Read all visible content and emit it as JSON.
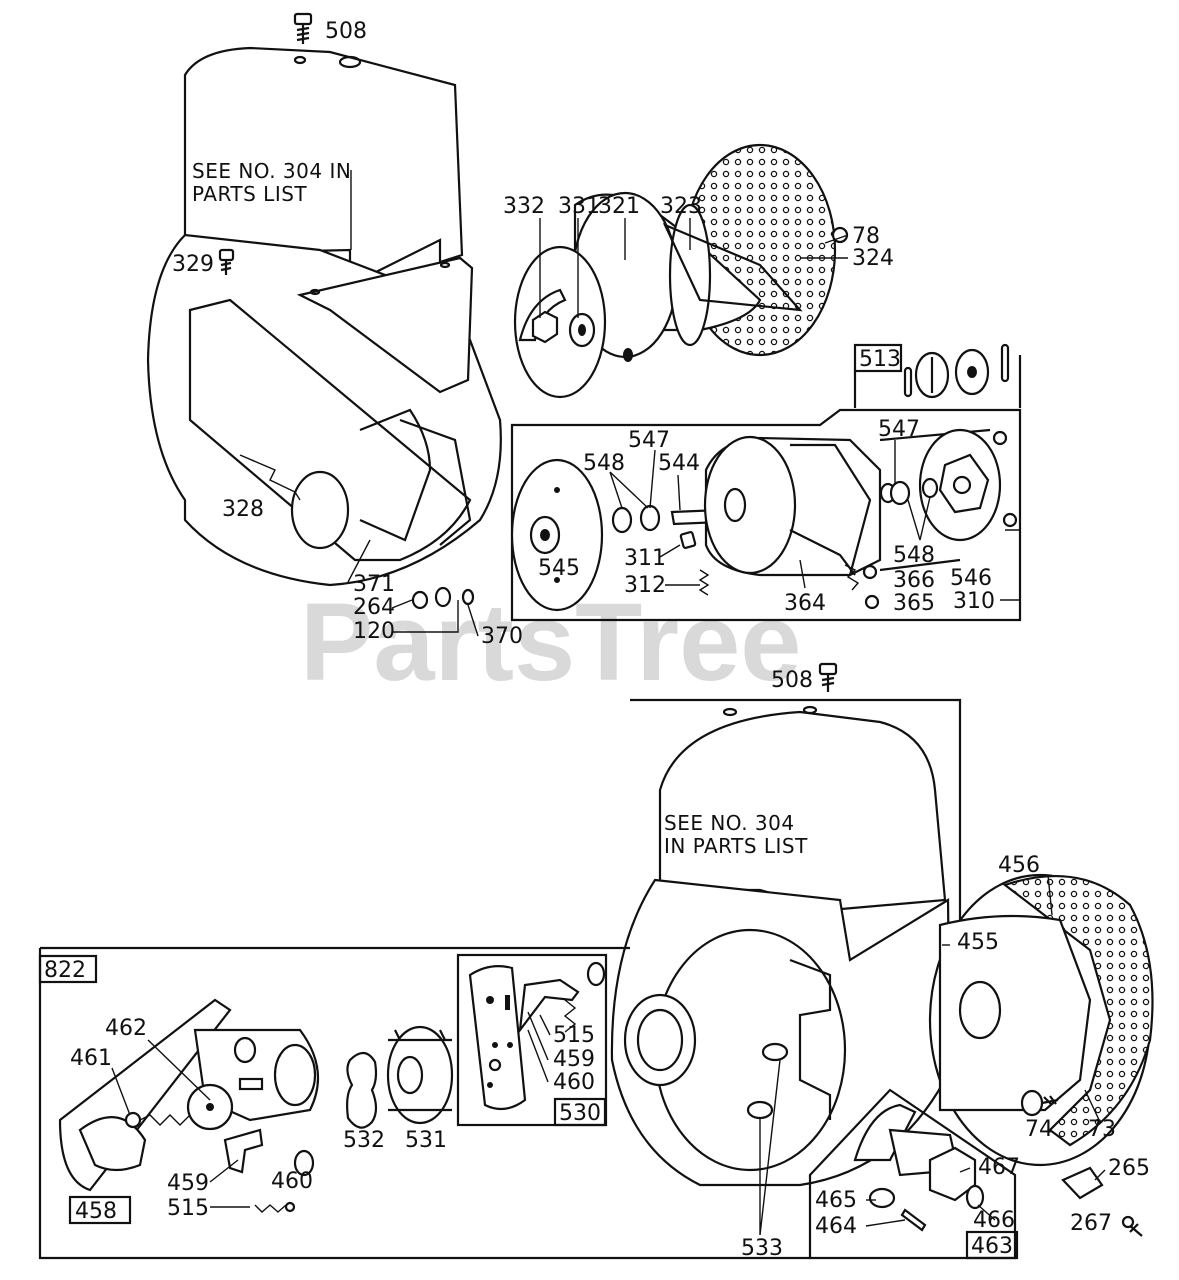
{
  "watermark": "PartsTree",
  "notes": {
    "top_line1": "SEE NO. 304 IN",
    "top_line2": "PARTS LIST",
    "bottom_line1": "SEE NO. 304",
    "bottom_line2": "IN PARTS LIST"
  },
  "box_labels": {
    "b513": "513",
    "b822": "822",
    "b458": "458",
    "b530": "530",
    "b463": "463"
  },
  "part_labels": {
    "p508a": "508",
    "p329": "329",
    "p332": "332",
    "p331": "331",
    "p321": "321",
    "p323": "323",
    "p78": "78",
    "p324": "324",
    "p547a": "547",
    "p548a": "548",
    "p544": "544",
    "p547b": "547",
    "p545": "545",
    "p311": "311",
    "p312": "312",
    "p548b": "548",
    "p546": "546",
    "p366": "366",
    "p364": "364",
    "p365": "365",
    "p310": "310",
    "p328": "328",
    "p371": "371",
    "p264": "264",
    "p120": "120",
    "p370": "370",
    "p508b": "508",
    "p456": "456",
    "p455": "455",
    "p462": "462",
    "p461": "461",
    "p515a": "515",
    "p459a": "459",
    "p460a": "460",
    "p532": "532",
    "p531": "531",
    "p459b": "459",
    "p460b": "460",
    "p515b": "515",
    "p533": "533",
    "p467": "467",
    "p465": "465",
    "p464": "464",
    "p466": "466",
    "p74": "74",
    "p73": "73",
    "p265": "265",
    "p267": "267"
  }
}
